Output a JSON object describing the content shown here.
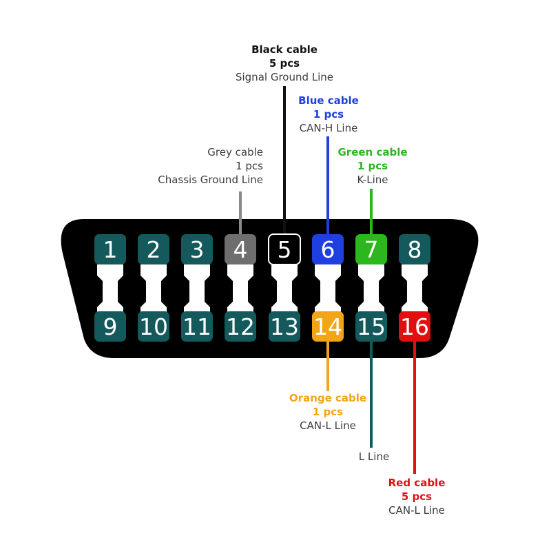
{
  "connector": {
    "top_pins": [
      {
        "number": "1",
        "fill": "#145a5c",
        "text": "#ffffff"
      },
      {
        "number": "2",
        "fill": "#145a5c",
        "text": "#ffffff"
      },
      {
        "number": "3",
        "fill": "#145a5c",
        "text": "#ffffff"
      },
      {
        "number": "4",
        "fill": "#6e6e6e",
        "text": "#ffffff"
      },
      {
        "number": "5",
        "fill": "#000000",
        "text": "#ffffff",
        "stroke": "#ffffff"
      },
      {
        "number": "6",
        "fill": "#1f3fe0",
        "text": "#ffffff"
      },
      {
        "number": "7",
        "fill": "#2cb71f",
        "text": "#ffffff"
      },
      {
        "number": "8",
        "fill": "#145a5c",
        "text": "#ffffff"
      }
    ],
    "bottom_pins": [
      {
        "number": "9",
        "fill": "#145a5c",
        "text": "#ffffff"
      },
      {
        "number": "10",
        "fill": "#145a5c",
        "text": "#ffffff"
      },
      {
        "number": "11",
        "fill": "#145a5c",
        "text": "#ffffff"
      },
      {
        "number": "12",
        "fill": "#145a5c",
        "text": "#ffffff"
      },
      {
        "number": "13",
        "fill": "#145a5c",
        "text": "#ffffff"
      },
      {
        "number": "14",
        "fill": "#f2a516",
        "text": "#ffffff"
      },
      {
        "number": "15",
        "fill": "#145a5c",
        "text": "#ffffff"
      },
      {
        "number": "16",
        "fill": "#e01010",
        "text": "#ffffff"
      }
    ]
  },
  "callouts": {
    "black": {
      "name": "Black cable",
      "qty": "5 pcs",
      "desc": "Signal Ground Line",
      "color": "#111111"
    },
    "blue": {
      "name": "Blue cable",
      "qty": "1 pcs",
      "desc": "CAN-H Line",
      "color": "#1f3fe0"
    },
    "grey": {
      "name": "Grey cable",
      "qty": "1 pcs",
      "desc": "Chassis Ground Line",
      "color": "#3d3d3d"
    },
    "green": {
      "name": "Green cable",
      "qty": "1 pcs",
      "desc": "K-Line",
      "color": "#2cb71f"
    },
    "orange": {
      "name": "Orange cable",
      "qty": "1 pcs",
      "desc": "CAN-L Line",
      "color": "#f2a516"
    },
    "teal": {
      "desc": "L Line",
      "color": "#145a5c"
    },
    "red": {
      "name": "Red cable",
      "qty": "5 pcs",
      "desc": "CAN-L Line",
      "color": "#e01010"
    }
  },
  "wire_colors": {
    "grey": "#8a8a8a",
    "black": "#111111",
    "blue": "#1f3fe0",
    "green": "#2cb71f",
    "orange": "#f2a516",
    "teal": "#145a5c",
    "red": "#e01010"
  },
  "connector_body_color": "#000000",
  "cavity_color": "#ffffff"
}
